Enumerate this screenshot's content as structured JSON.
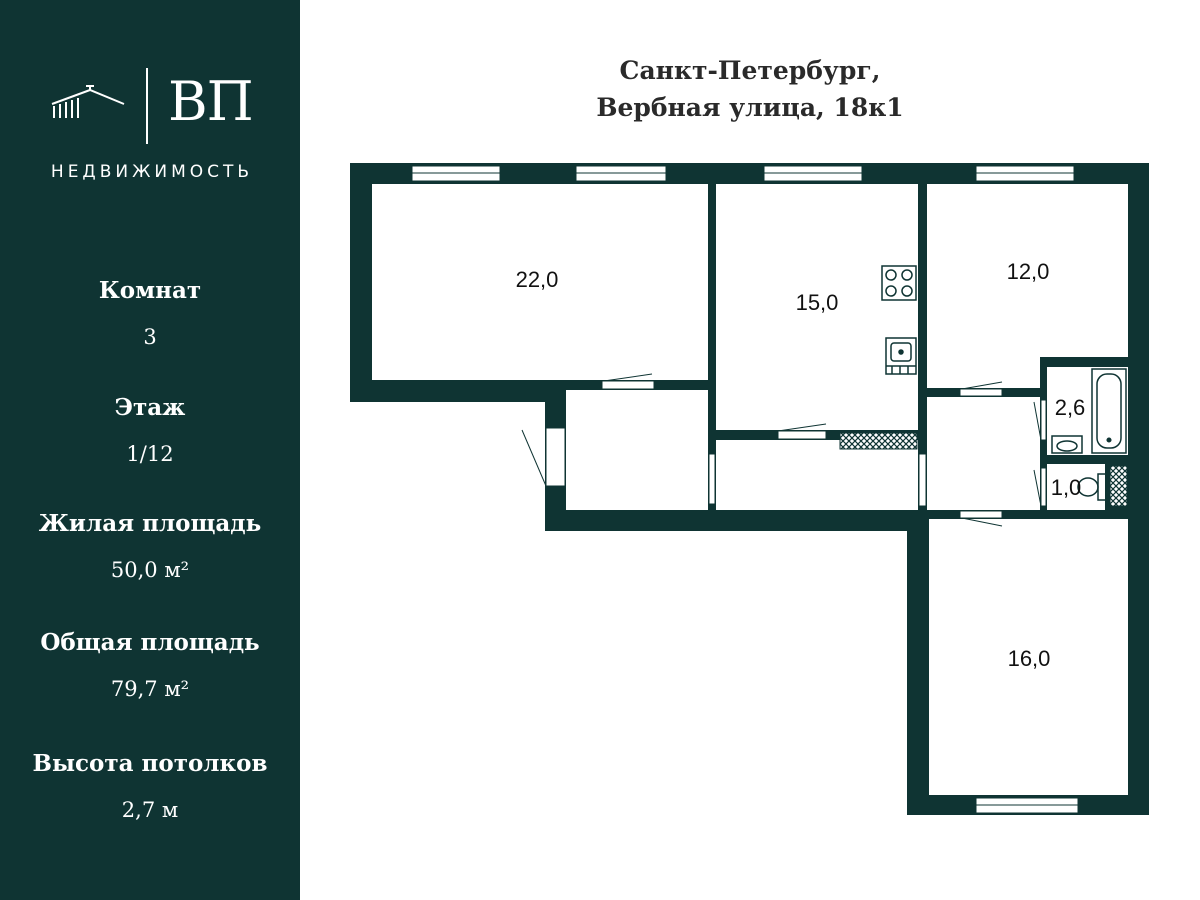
{
  "colors": {
    "panel": "#0f3433",
    "wall": "#0f3433",
    "text_title": "#2a2a2a"
  },
  "brand": {
    "logo_text": "ВП",
    "subtitle": "НЕДВИЖИМОСТЬ"
  },
  "address": {
    "line1": "Санкт-Петербург,",
    "line2": "Вербная улица, 18к1"
  },
  "stats": [
    {
      "label": "Комнат",
      "value": "3"
    },
    {
      "label": "Этаж",
      "value": "1/12"
    },
    {
      "label": "Жилая площадь",
      "value": "50,0 м²"
    },
    {
      "label": "Общая площадь",
      "value": "79,7 м²"
    },
    {
      "label": "Высота потолков",
      "value": "2,7 м"
    }
  ],
  "rooms": [
    {
      "id": "living",
      "area": "22,0"
    },
    {
      "id": "kitchen",
      "area": "15,0"
    },
    {
      "id": "bedroom-1",
      "area": "12,0"
    },
    {
      "id": "bathroom",
      "area": "2,6"
    },
    {
      "id": "toilet",
      "area": "1,0"
    },
    {
      "id": "bedroom-2",
      "area": "16,0"
    }
  ]
}
